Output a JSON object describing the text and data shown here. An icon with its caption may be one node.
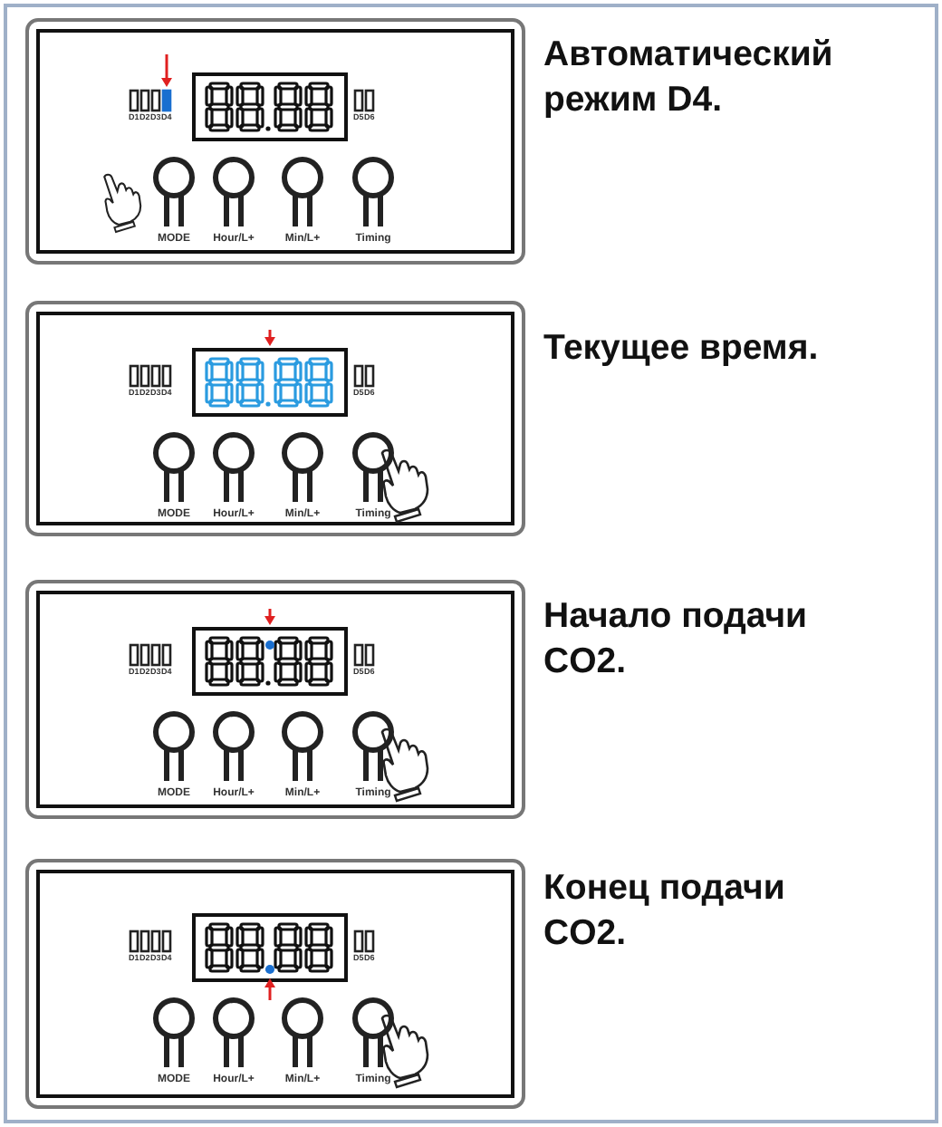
{
  "diagram": {
    "nodes": [
      {
        "text": [],
        "shape": "box",
        "beside": [
          "Автоматический режим D4."
        ]
      },
      {
        "text": [
          "MODE"
        ],
        "in": 0
      },
      {
        "text": [
          "Hour/L+"
        ],
        "in": 0
      },
      {
        "text": [
          "Min/L+"
        ],
        "in": 0
      },
      {
        "text": [
          "Timing"
        ],
        "in": 0
      },
      {
        "text": [],
        "shape": "box",
        "beside": [
          "Текущее время."
        ]
      },
      {
        "text": [
          "MODE"
        ],
        "in": 5
      },
      {
        "text": [
          "Hour/L+"
        ],
        "in": 5
      },
      {
        "text": [
          "Min/L+"
        ],
        "in": 5
      },
      {
        "text": [
          "Timing"
        ],
        "in": 5
      },
      {
        "text": [],
        "shape": "box",
        "beside": [
          "Начало подачи CO2."
        ]
      },
      {
        "text": [
          "MODE"
        ],
        "in": 10
      },
      {
        "text": [
          "Hour/L+"
        ],
        "in": 10
      },
      {
        "text": [
          "Min/L+"
        ],
        "in": 10
      },
      {
        "text": [
          "Timing"
        ],
        "in": 10
      },
      {
        "text": [],
        "shape": "box",
        "beside": [
          "Конец подачи CO2."
        ]
      },
      {
        "text": [
          "MODE"
        ],
        "in": 15
      },
      {
        "text": [
          "Hour/L+"
        ],
        "in": 15
      },
      {
        "text": [
          "Min/L+"
        ],
        "in": 15
      },
      {
        "text": [
          "Timing"
        ],
        "in": 15
      }
    ],
    "labels": [
      "D1",
      "D2",
      "D3",
      "D4",
      "D5",
      "D6",
      "D1",
      "D2",
      "D3",
      "D4",
      "D5",
      "D6",
      "D1",
      "D2",
      "D3",
      "D4",
      "D5",
      "D6",
      "D1",
      "D2",
      "D3",
      "D4",
      "D5",
      "D6"
    ]
  }
}
